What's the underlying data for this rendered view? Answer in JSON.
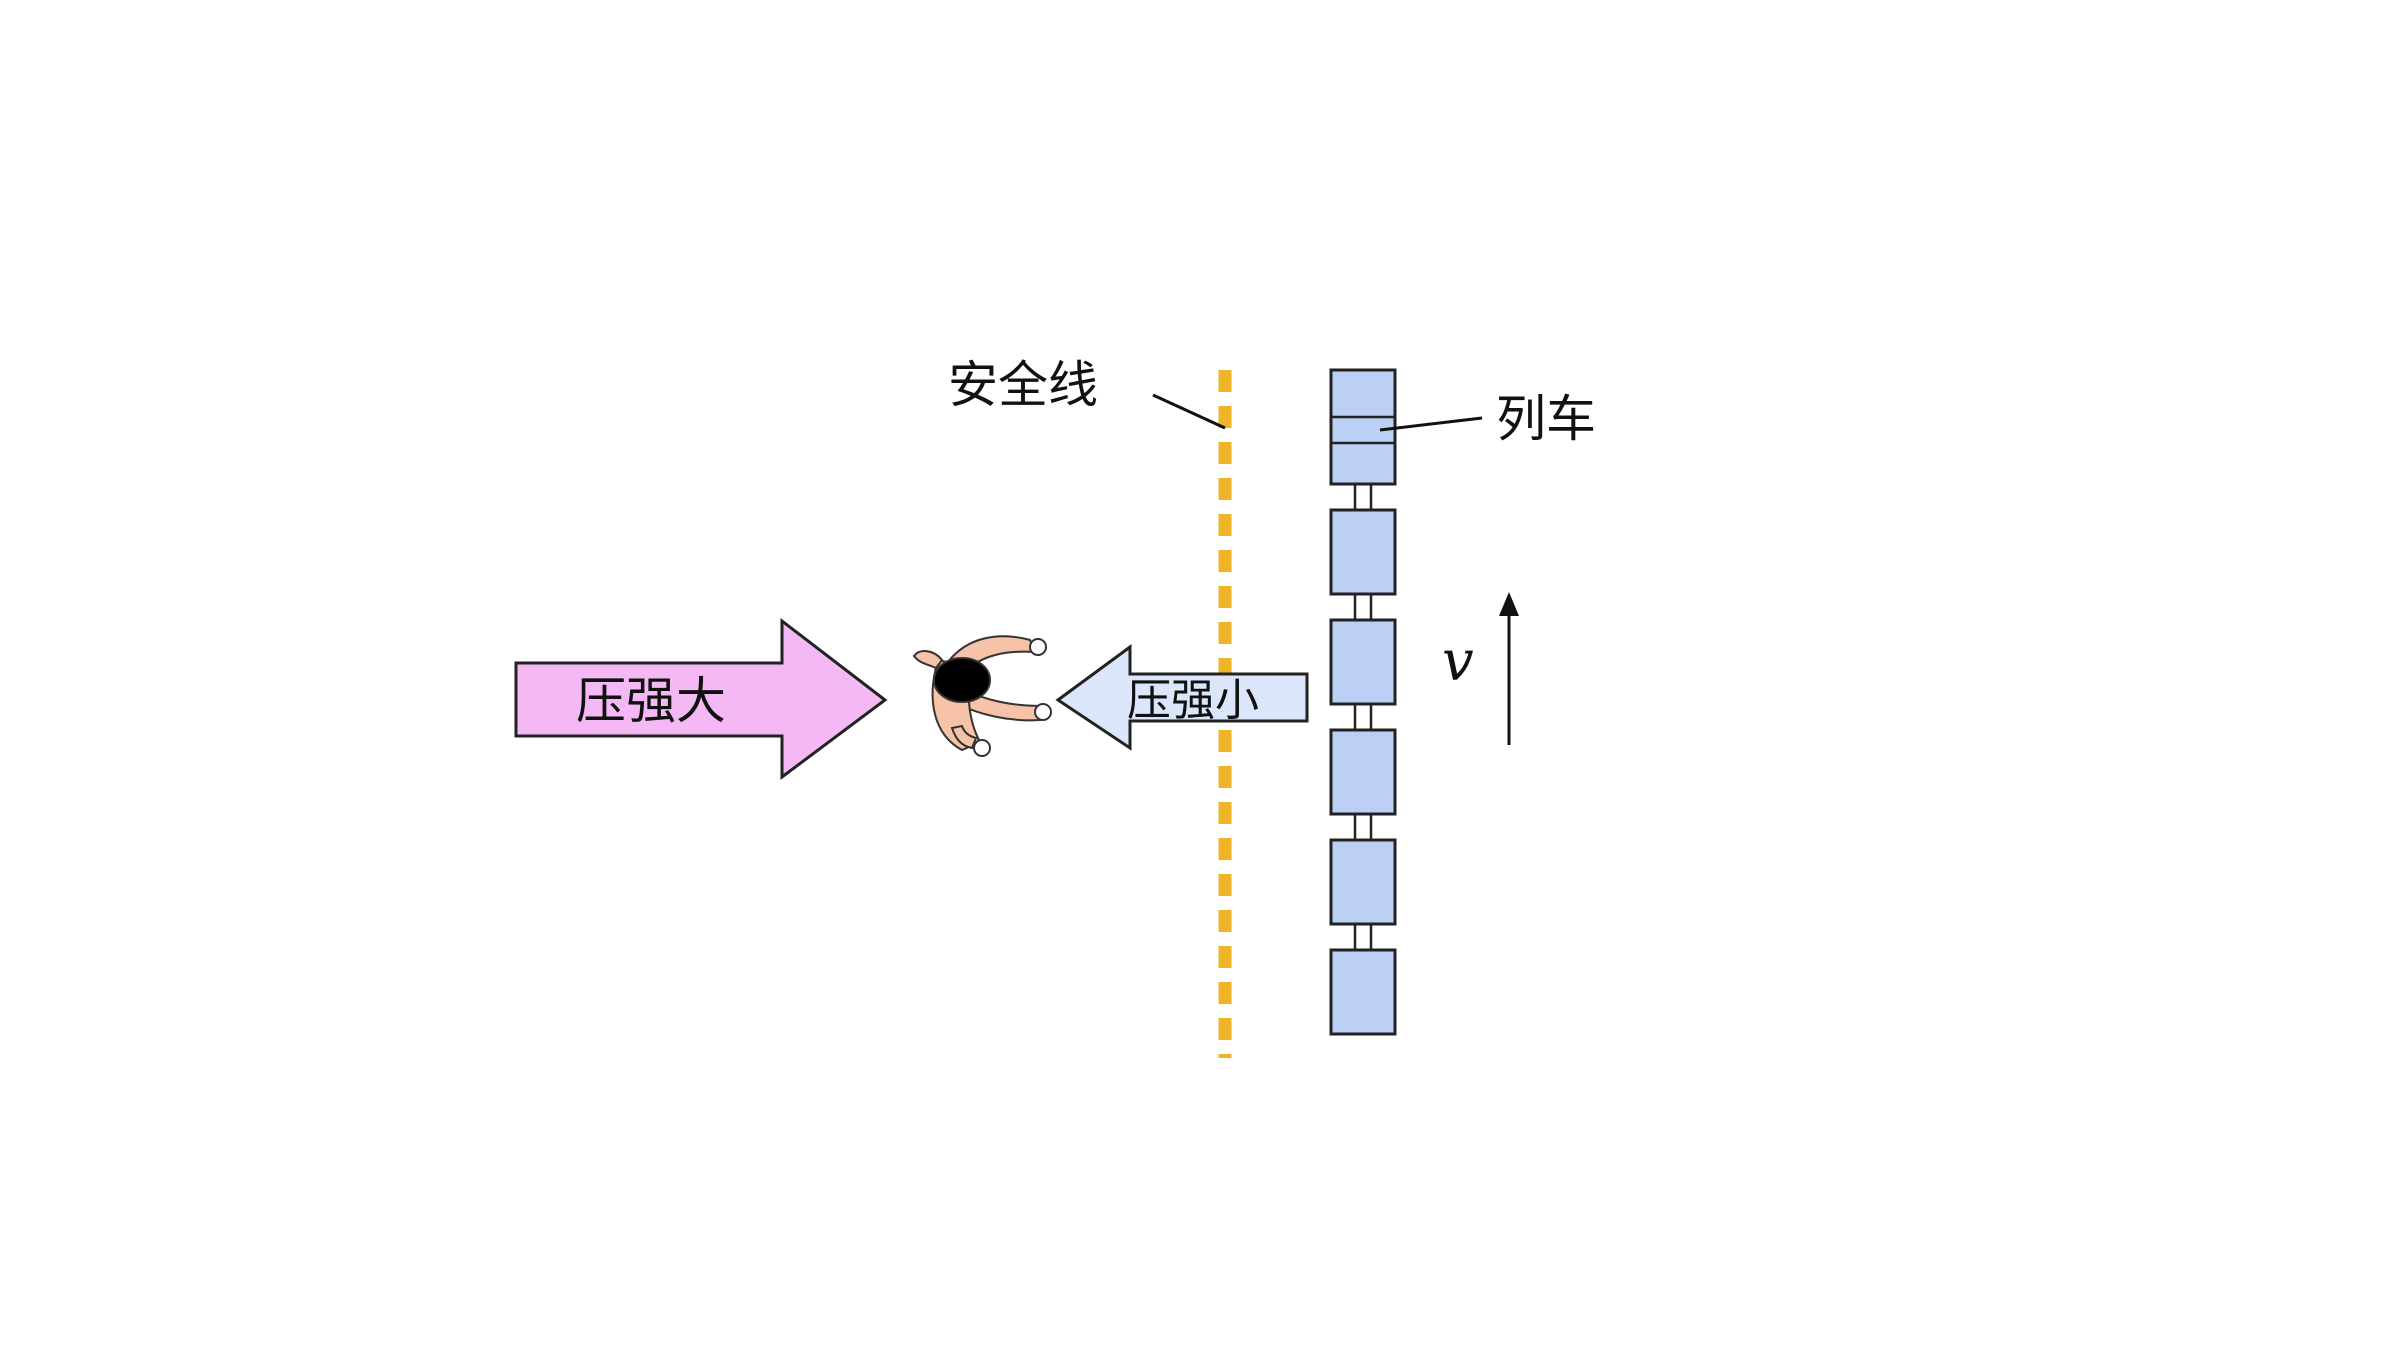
{
  "labels": {
    "safety_line": "安全线",
    "train": "列车",
    "high_pressure": "压强大",
    "low_pressure": "压强小",
    "velocity": "v"
  },
  "colors": {
    "safety_line": "#F0B429",
    "train_car_fill": "#BCD0F5",
    "train_stroke": "#222222",
    "high_pressure_fill": "#F4B8F4",
    "low_pressure_fill": "#DCE6FA",
    "person_skin": "#F6C3A8",
    "person_hair": "#000000"
  },
  "icons": {
    "person": "person-topdown-icon",
    "velocity_arrow": "arrow-up-icon"
  }
}
